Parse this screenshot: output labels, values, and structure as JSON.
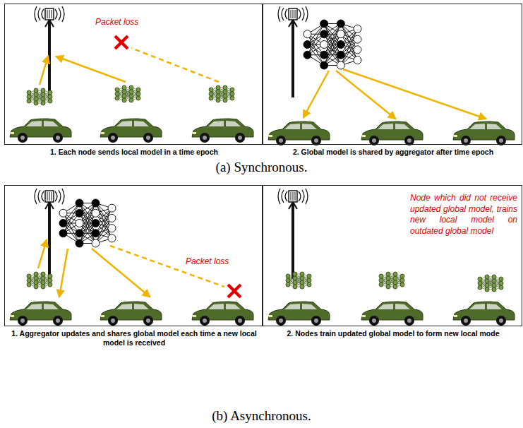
{
  "diagram": {
    "nodes": [
      {
        "text": [
          "Packet loss",
          "1. Each node sends local model in a time epoch"
        ]
      },
      {
        "text": [
          "2. Global model is shared by aggregator after time epoch"
        ]
      },
      {
        "text": [
          "Packet loss",
          "1. Aggregator updates and shares global model each time a new local model is received"
        ]
      },
      {
        "text": [
          "Node which did not receive updated global model, trains new local model on outdated global model",
          "2. Nodes train updated global model to form new local mode"
        ]
      }
    ],
    "labels": [
      "(a) Synchronous.",
      "(b) Asynchronous."
    ]
  }
}
